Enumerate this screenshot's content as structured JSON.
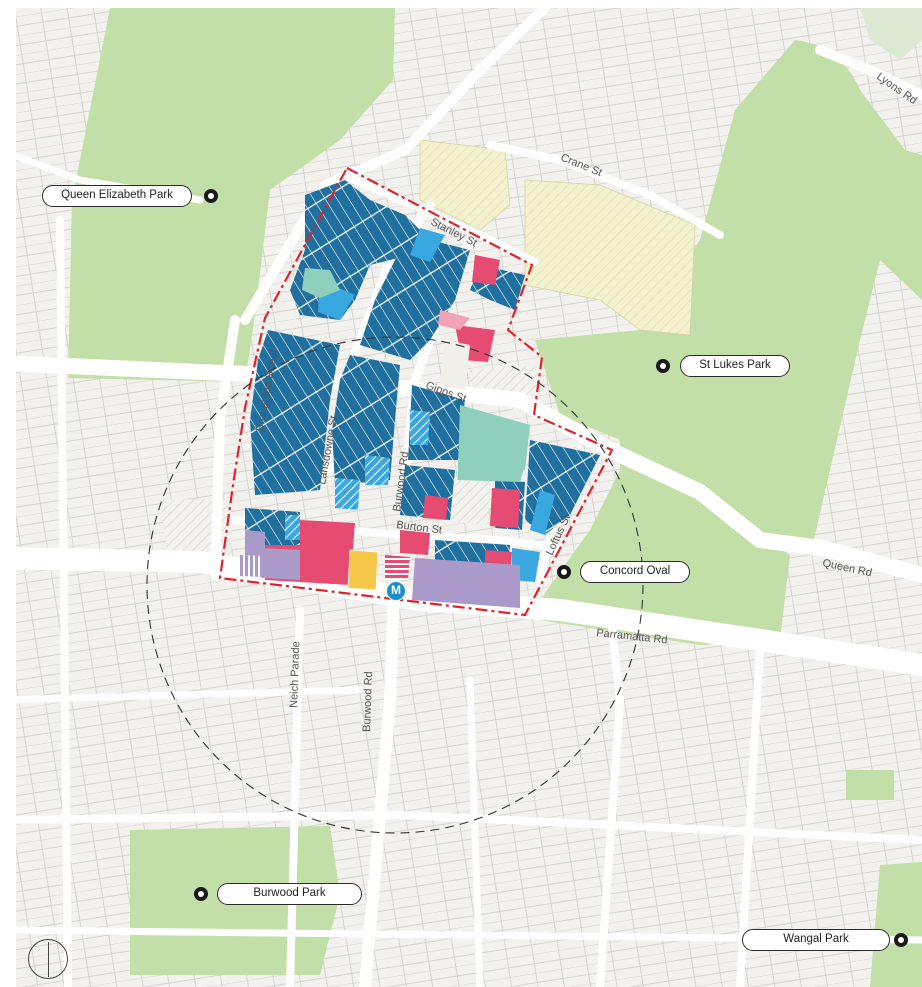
{
  "map": {
    "parks": [
      {
        "name": "Queen Elizabeth Park"
      },
      {
        "name": "St Lukes Park"
      },
      {
        "name": "Concord Oval"
      },
      {
        "name": "Burwood Park"
      },
      {
        "name": "Wangal Park"
      }
    ],
    "streets": {
      "lyons_rd": "Lyons Rd",
      "crane_st": "Crane St",
      "stanley_st": "Stanley St",
      "gipps_st": "Gipps St",
      "broughton_st": "Broughton Street",
      "lansdowne_st": "Lansdowne St",
      "burwood_rd_north": "Burwood Rd",
      "burton_st": "Burton St",
      "loftus_st": "Loftus St",
      "queen_rd": "Queen Rd",
      "parramatta_rd": "Parramatta Rd",
      "neich_parade": "Neich Parade",
      "burwood_rd_south": "Burwood Rd"
    },
    "metro_symbol": "M",
    "colors": {
      "background": "#ffffff",
      "lot_fill": "#f2f1ee",
      "lot_stroke": "#d5d4d0",
      "park": "#c3dfa8",
      "residential_dark_blue": "#1f6f9f",
      "residential_light_blue": "#3aa8e0",
      "teal": "#8fcfbd",
      "pink": "#e64b72",
      "purple": "#a99ac9",
      "yellow": "#f5c84a",
      "light_yellow_hatch": "#f4f1cf",
      "boundary": "#e0212b",
      "metro": "#1c8fc9"
    }
  }
}
